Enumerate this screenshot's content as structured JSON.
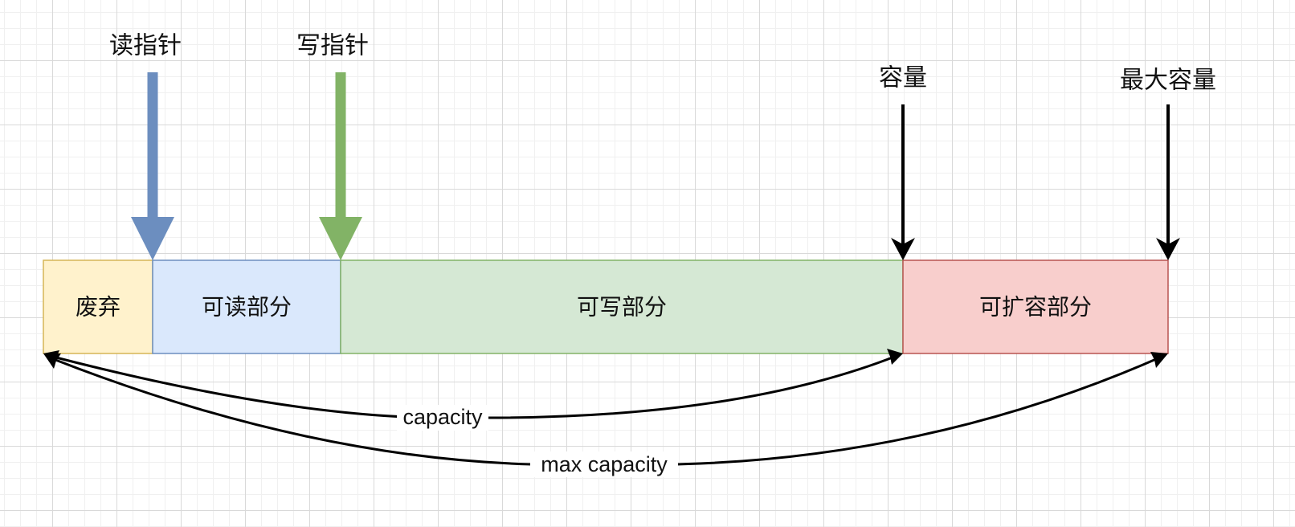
{
  "segments": [
    {
      "id": "discarded",
      "label": "废弃",
      "fill": "#fff2cc",
      "stroke": "#d6b656"
    },
    {
      "id": "readable",
      "label": "可读部分",
      "fill": "#dae8fc",
      "stroke": "#6c8ebf"
    },
    {
      "id": "writable",
      "label": "可写部分",
      "fill": "#d5e8d4",
      "stroke": "#82b366"
    },
    {
      "id": "expandable",
      "label": "可扩容部分",
      "fill": "#f8cecc",
      "stroke": "#b85450"
    }
  ],
  "pointers": {
    "read_pointer": {
      "label": "读指针",
      "color": "#6c8ebf"
    },
    "write_pointer": {
      "label": "写指针",
      "color": "#82b366"
    },
    "capacity": {
      "label": "容量",
      "color": "#000000"
    },
    "max_capacity": {
      "label": "最大容量",
      "color": "#000000"
    }
  },
  "spans": {
    "capacity": {
      "label": "capacity"
    },
    "max_capacity": {
      "label": "max capacity"
    }
  },
  "colors": {
    "background": "#ffffff",
    "grid": "#d9d9d9",
    "text": "#111111",
    "curve": "#000000"
  }
}
